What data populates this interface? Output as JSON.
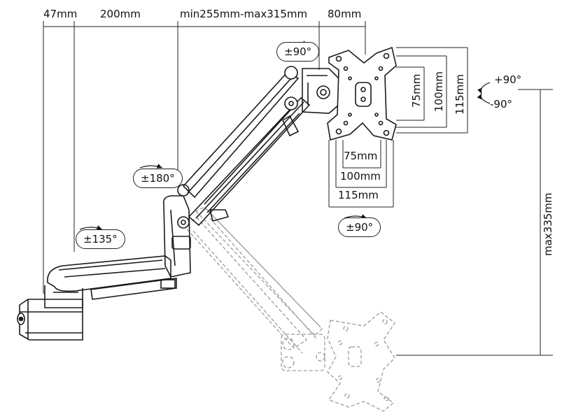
{
  "dimensions_top": {
    "d1": "47mm",
    "d2": "200mm",
    "d3": "min255mm-max315mm",
    "d4": "80mm"
  },
  "rotations": {
    "swivel_base": "±135°",
    "swivel_mid": "±180°",
    "head_top": "±90°",
    "head_bottom": "±90°",
    "tilt_up": "+90°",
    "tilt_down": "-90°"
  },
  "vesa_horizontal": {
    "w1": "75mm",
    "w2": "100mm",
    "w3": "115mm"
  },
  "vesa_vertical": {
    "h1": "75mm",
    "h2": "100mm",
    "h3": "115mm"
  },
  "height_range": "max335mm",
  "colors": {
    "line": "#1a1a1a",
    "ghost": "#9a9a9a"
  }
}
